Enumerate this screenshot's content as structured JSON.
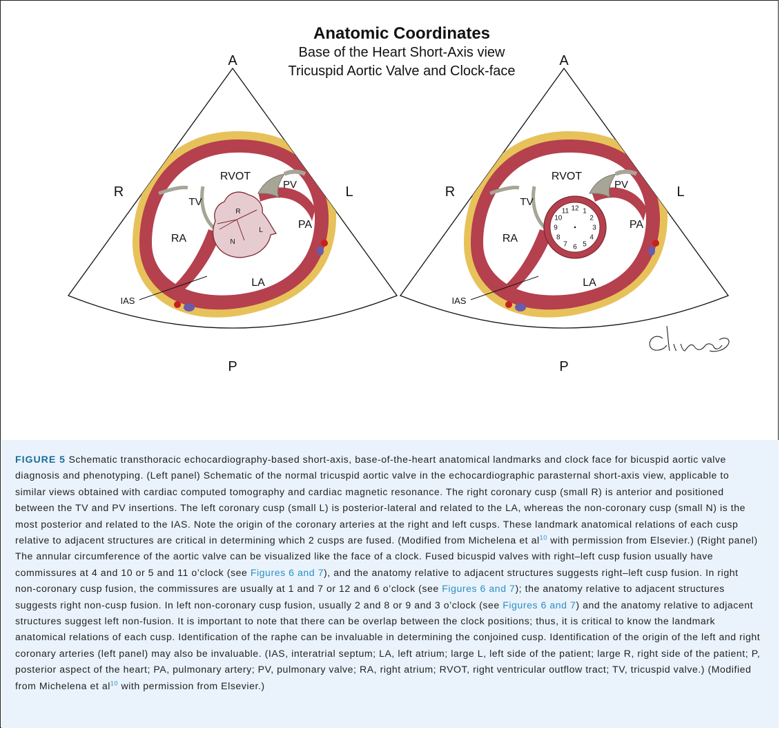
{
  "figure": {
    "title": "Anatomic Coordinates",
    "subtitle_line1": "Base of the Heart Short-Axis view",
    "subtitle_line2": "Tricuspid Aortic Valve and Clock-face",
    "orientation": {
      "anterior": "A",
      "posterior": "P",
      "right": "R",
      "left": "L"
    },
    "structures": {
      "rvot": "RVOT",
      "pv": "PV",
      "tv": "TV",
      "pa": "PA",
      "ra": "RA",
      "la": "LA",
      "ias": "IAS"
    },
    "cusps": {
      "right": "R",
      "left": "L",
      "non": "N"
    },
    "clock_numbers": [
      "12",
      "1",
      "2",
      "3",
      "4",
      "5",
      "6",
      "7",
      "8",
      "9",
      "10",
      "11"
    ],
    "signature": "Clingman"
  },
  "caption": {
    "label": "FIGURE 5",
    "seg1": " Schematic transthoracic echocardiography-based short-axis, base-of-the-heart anatomical landmarks and clock face for bicuspid aortic valve diagnosis and phenotyping. (Left panel) Schematic of the normal tricuspid aortic valve in the echocardiographic parasternal short-axis view, applicable to similar views obtained with cardiac computed tomography and cardiac magnetic resonance. The right coronary cusp (small R) is anterior and positioned between the TV and PV insertions. The left coronary cusp (small L) is posterior-lateral and related to the LA, whereas the non-coronary cusp (small N) is the most posterior and related to the IAS. Note the origin of the coronary arteries at the right and left cusps. These landmark anatomical relations of each cusp relative to adjacent structures are critical in determining which 2 cusps are fused. (Modified from Michelena et al",
    "ref": "10",
    "seg2": " with permission from Elsevier.) (Right panel) The annular circumference of the aortic valve can be visualized like the face of a clock. Fused bicuspid valves with right–left cusp fusion usually have commissures at 4 and 10 or 5 and 11 o’clock (see ",
    "link": "Figures 6 and 7",
    "seg3": "), and the anatomy relative to adjacent structures suggests right–left cusp fusion. In right non-coronary cusp fusion, the commissures are usually at 1 and 7 or 12 and 6 o’clock (see ",
    "seg4": "); the anatomy relative to adjacent structures suggests right non-cusp fusion. In left non-coronary cusp fusion, usually 2 and 8 or 9 and 3 o’clock (see ",
    "seg5": ") and the anatomy relative to adjacent structures suggest left non-fusion. It is important to note that there can be overlap between the clock positions; thus, it is critical to know the landmark anatomical relations of each cusp. Identification of the raphe can be invaluable in determining the conjoined cusp. Identification of the origin of the left and right coronary arteries (left panel) may also be invaluable. (IAS, interatrial septum; LA, left atrium; large L, left side of the patient; large R, right side of the patient; P, posterior aspect of the heart; PA, pulmonary artery; PV, pulmonary valve; RA, right atrium; RVOT, right ventricular outflow tract; TV, tricuspid valve.) (Modified from Michelena et al",
    "seg6": " with permission from Elsevier.)"
  },
  "colors": {
    "myocardium": "#b5404e",
    "fat": "#e7c25a",
    "valve": "#e6ccd0",
    "tv_leaflet": "#a7a595",
    "coronary": "#c8201e",
    "vein": "#6d5aa8",
    "caption_bg": "#eaf3fb",
    "label_accent": "#1a6b9a",
    "link": "#2a8fc4"
  }
}
